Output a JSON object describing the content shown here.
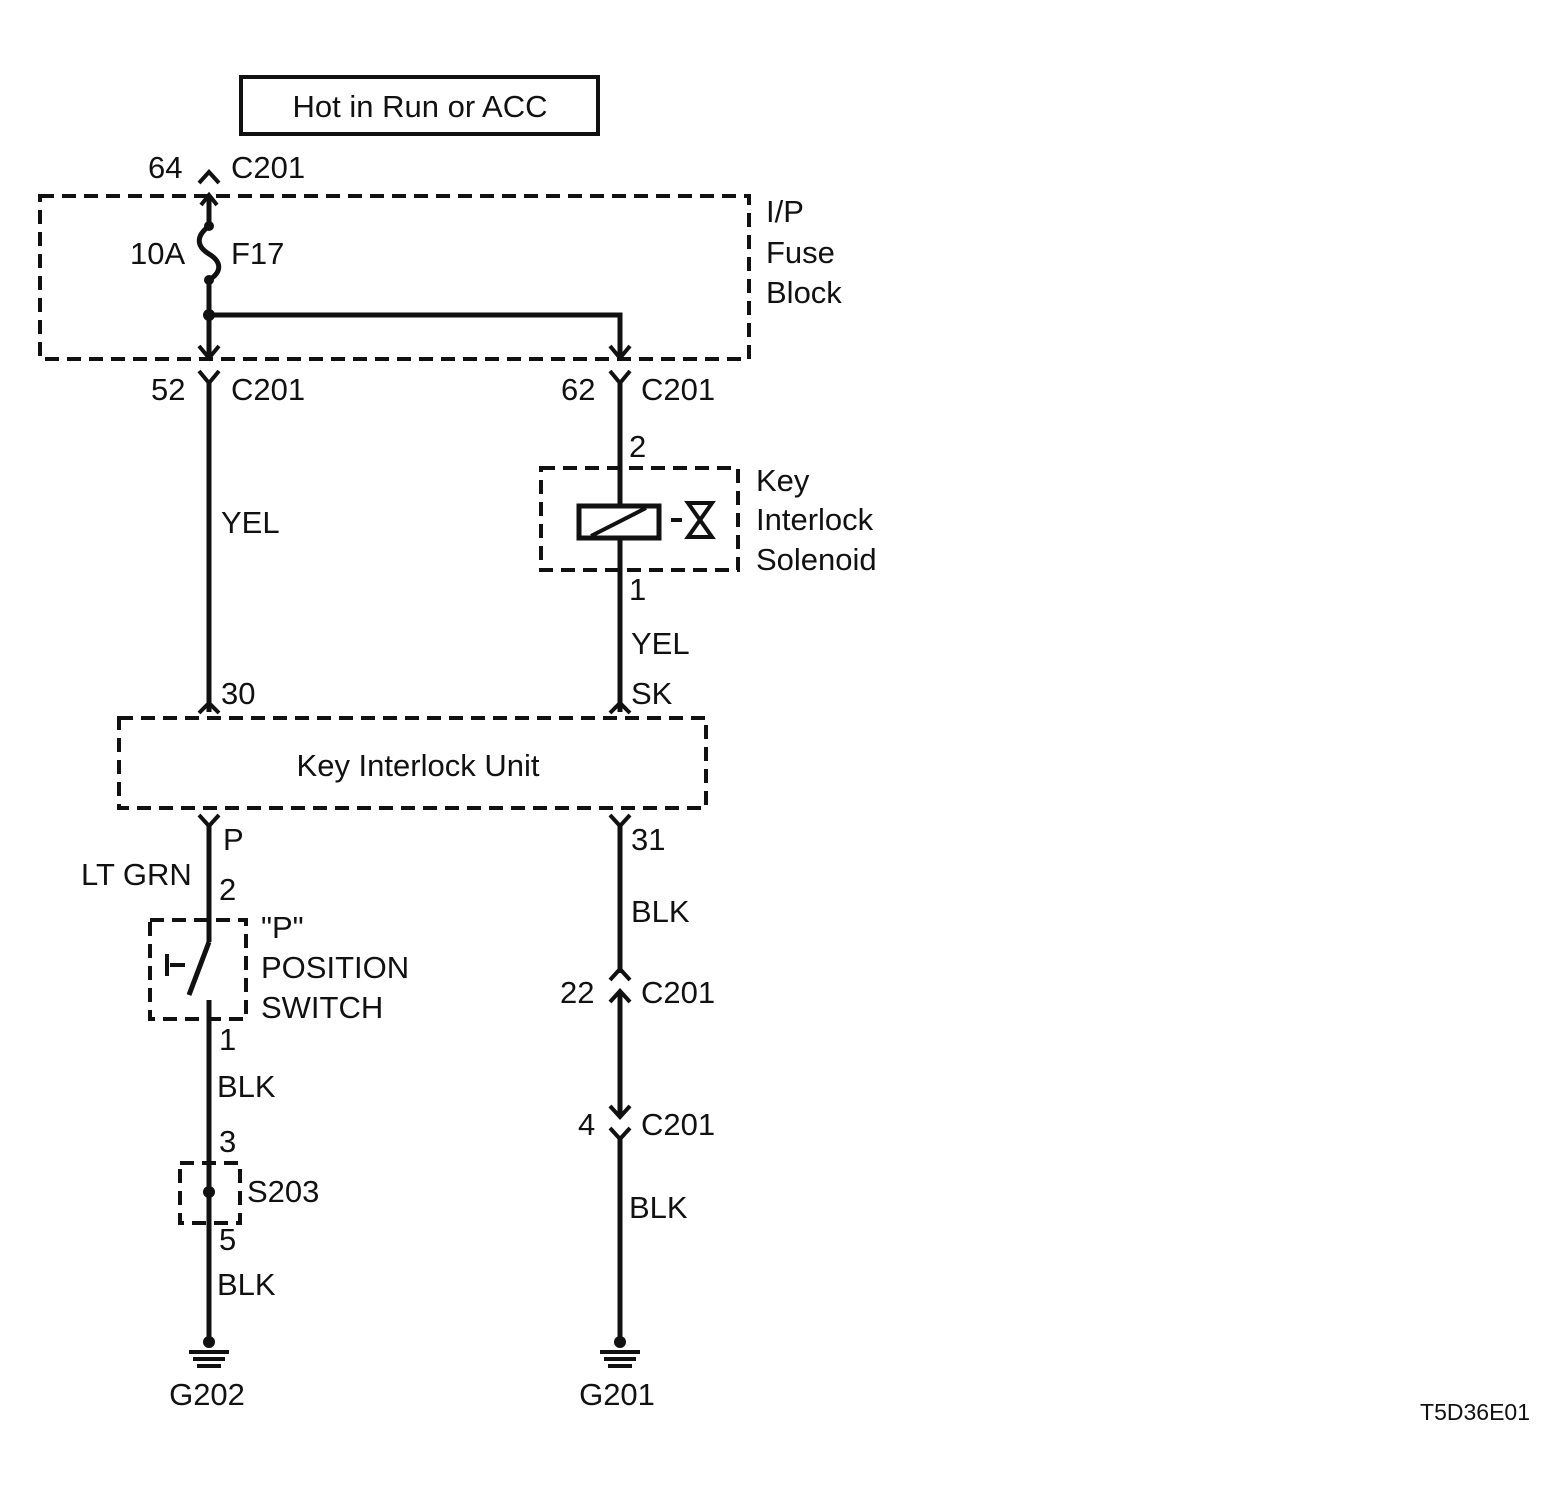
{
  "header": {
    "power_source": "Hot in Run or ACC"
  },
  "fuse_block": {
    "name_lines": [
      "I/P",
      "Fuse",
      "Block"
    ],
    "fuse_rating": "10A",
    "fuse_id": "F17"
  },
  "connectors": {
    "top_pin": "64",
    "top_conn": "C201",
    "left_pin": "52",
    "left_conn": "C201",
    "right_pin": "62",
    "right_conn": "C201",
    "upper_pin": "22",
    "upper_conn": "C201",
    "lower_pin": "4",
    "lower_conn": "C201"
  },
  "solenoid": {
    "name_lines": [
      "Key",
      "Interlock",
      "Solenoid"
    ],
    "pin_top": "2",
    "pin_bottom": "1"
  },
  "key_interlock_unit": {
    "name": "Key Interlock Unit",
    "pin_30": "30",
    "pin_sk": "SK",
    "pin_p": "P",
    "pin_31": "31"
  },
  "position_switch": {
    "name_lines": [
      "\"P\"",
      "POSITION",
      "SWITCH"
    ],
    "pin_top": "2",
    "pin_bottom": "1"
  },
  "splice": {
    "name": "S203",
    "pin_top": "3",
    "pin_bottom": "5"
  },
  "wires": {
    "left_upper": "YEL",
    "right_upper": "YEL",
    "left_mid": "LT GRN",
    "right_mid": "BLK",
    "left_lower": "BLK",
    "left_bottom": "BLK",
    "right_bottom": "BLK"
  },
  "grounds": {
    "left": "G202",
    "right": "G201"
  },
  "figure_id": "T5D36E01"
}
